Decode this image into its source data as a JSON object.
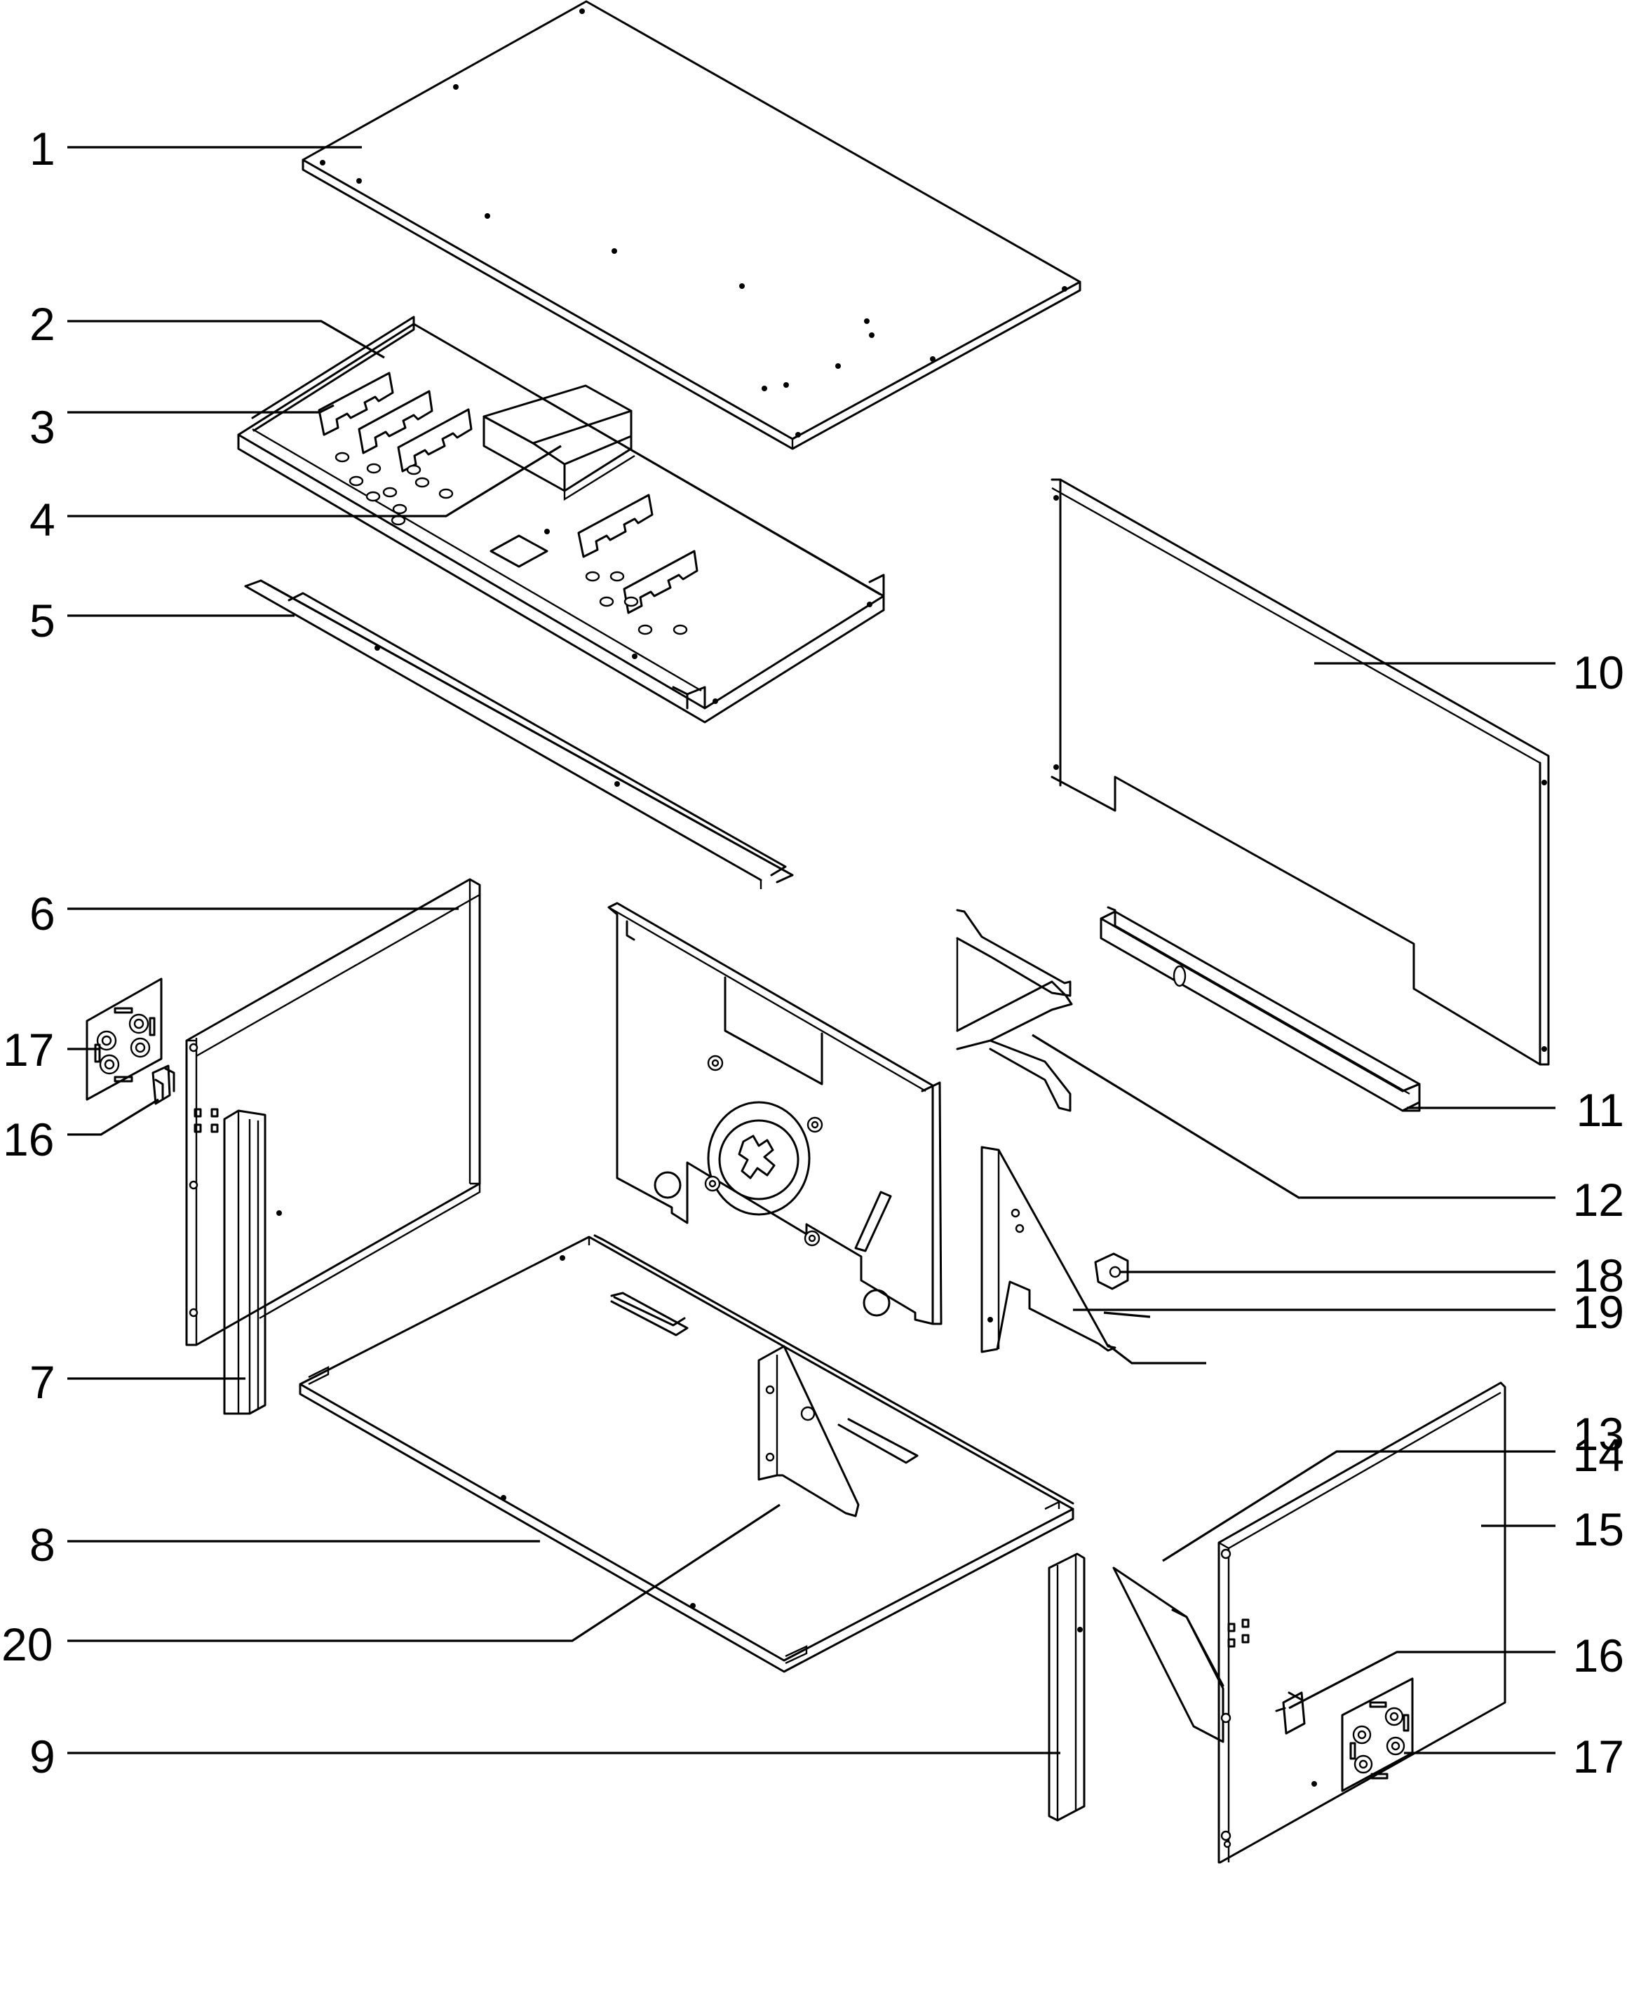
{
  "callouts": [
    {
      "id": "1",
      "label": "1"
    },
    {
      "id": "2",
      "label": "2"
    },
    {
      "id": "3",
      "label": "3"
    },
    {
      "id": "4",
      "label": "4"
    },
    {
      "id": "5",
      "label": "5"
    },
    {
      "id": "6",
      "label": "6"
    },
    {
      "id": "17a",
      "label": "17"
    },
    {
      "id": "16a",
      "label": "16"
    },
    {
      "id": "7",
      "label": "7"
    },
    {
      "id": "8",
      "label": "8"
    },
    {
      "id": "20",
      "label": "20"
    },
    {
      "id": "9",
      "label": "9"
    },
    {
      "id": "10",
      "label": "10"
    },
    {
      "id": "11",
      "label": "11"
    },
    {
      "id": "12",
      "label": "12"
    },
    {
      "id": "18",
      "label": "18"
    },
    {
      "id": "19",
      "label": "19"
    },
    {
      "id": "13",
      "label": "13"
    },
    {
      "id": "14",
      "label": "14"
    },
    {
      "id": "15",
      "label": "15"
    },
    {
      "id": "16b",
      "label": "16"
    },
    {
      "id": "17b",
      "label": "17"
    }
  ]
}
